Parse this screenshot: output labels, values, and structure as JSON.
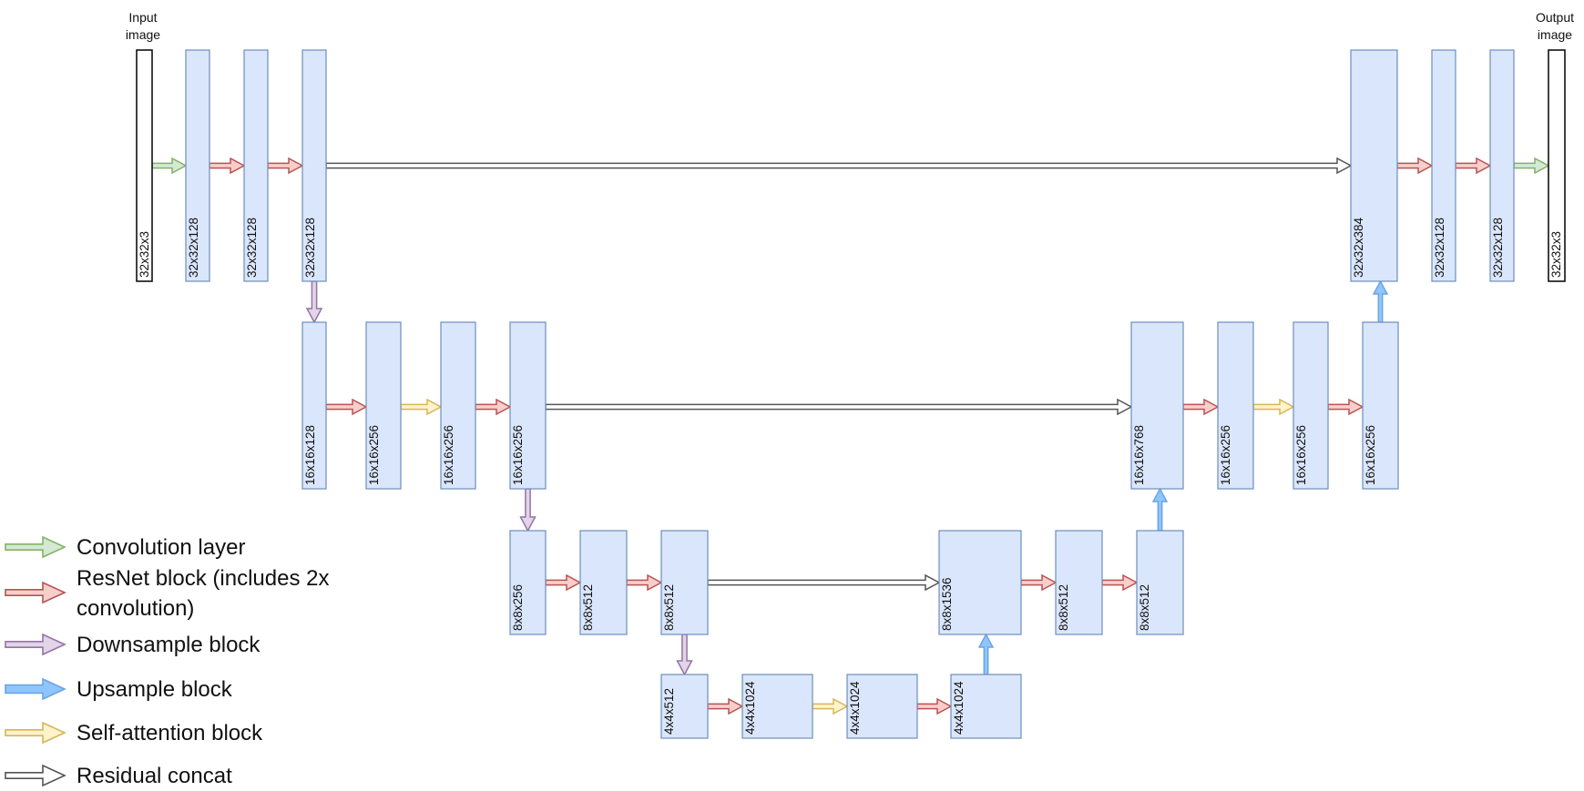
{
  "io_labels": {
    "input": [
      "Input",
      "image"
    ],
    "output": [
      "Output",
      "image"
    ]
  },
  "colors": {
    "block_fill": "#dae6fb",
    "block_stroke": "#6c8ebf",
    "io_fill": "#ffffff",
    "io_stroke": "#111111",
    "conv": "#82b366",
    "resnet": "#b85450",
    "down": "#9673a6",
    "up": "#7ab3f0",
    "attn": "#d6b656",
    "concat": "#666666"
  },
  "arrow_types": {
    "conv": {
      "fill": "#d5e8d4",
      "stroke": "#82b366"
    },
    "resnet": {
      "fill": "#f8cecc",
      "stroke": "#b85450"
    },
    "down": {
      "fill": "#e1d5e7",
      "stroke": "#9673a6"
    },
    "up": {
      "fill": "#8ec5ff",
      "stroke": "#6aa3e0"
    },
    "attn": {
      "fill": "#fff2cc",
      "stroke": "#d6b656"
    },
    "concat": {
      "fill": "#ffffff",
      "stroke": "#555555"
    }
  },
  "blocks": [
    {
      "id": "in",
      "label": "32x32x3",
      "kind": "io"
    },
    {
      "id": "b1",
      "label": "32x32x128",
      "kind": "block"
    },
    {
      "id": "b2",
      "label": "32x32x128",
      "kind": "block"
    },
    {
      "id": "b3",
      "label": "32x32x128",
      "kind": "block"
    },
    {
      "id": "b4",
      "label": "16x16x128",
      "kind": "block"
    },
    {
      "id": "b5",
      "label": "16x16x256",
      "kind": "block"
    },
    {
      "id": "b6",
      "label": "16x16x256",
      "kind": "block"
    },
    {
      "id": "b7",
      "label": "16x16x256",
      "kind": "block"
    },
    {
      "id": "b8",
      "label": "8x8x256",
      "kind": "block"
    },
    {
      "id": "b9",
      "label": "8x8x512",
      "kind": "block"
    },
    {
      "id": "b10",
      "label": "8x8x512",
      "kind": "block"
    },
    {
      "id": "b11",
      "label": "4x4x512",
      "kind": "block"
    },
    {
      "id": "b12",
      "label": "4x4x1024",
      "kind": "block"
    },
    {
      "id": "b13",
      "label": "4x4x1024",
      "kind": "block"
    },
    {
      "id": "b14",
      "label": "4x4x1024",
      "kind": "block"
    },
    {
      "id": "b15",
      "label": "8x8x1536",
      "kind": "block"
    },
    {
      "id": "b16",
      "label": "8x8x512",
      "kind": "block"
    },
    {
      "id": "b17",
      "label": "8x8x512",
      "kind": "block"
    },
    {
      "id": "b18",
      "label": "16x16x768",
      "kind": "block"
    },
    {
      "id": "b19",
      "label": "16x16x256",
      "kind": "block"
    },
    {
      "id": "b20",
      "label": "16x16x256",
      "kind": "block"
    },
    {
      "id": "b21",
      "label": "16x16x256",
      "kind": "block"
    },
    {
      "id": "b22",
      "label": "32x32x384",
      "kind": "block"
    },
    {
      "id": "b23",
      "label": "32x32x128",
      "kind": "block"
    },
    {
      "id": "b24",
      "label": "32x32x128",
      "kind": "block"
    },
    {
      "id": "out",
      "label": "32x32x3",
      "kind": "io"
    }
  ],
  "edges": [
    {
      "from": "in",
      "to": "b1",
      "type": "conv"
    },
    {
      "from": "b1",
      "to": "b2",
      "type": "resnet"
    },
    {
      "from": "b2",
      "to": "b3",
      "type": "resnet"
    },
    {
      "from": "b3",
      "to": "b22",
      "type": "concat"
    },
    {
      "from": "b22",
      "to": "b23",
      "type": "resnet"
    },
    {
      "from": "b23",
      "to": "b24",
      "type": "resnet"
    },
    {
      "from": "b24",
      "to": "out",
      "type": "conv"
    },
    {
      "from": "b3",
      "to": "b4",
      "type": "down"
    },
    {
      "from": "b4",
      "to": "b5",
      "type": "resnet"
    },
    {
      "from": "b5",
      "to": "b6",
      "type": "attn"
    },
    {
      "from": "b6",
      "to": "b7",
      "type": "resnet"
    },
    {
      "from": "b7",
      "to": "b18",
      "type": "concat"
    },
    {
      "from": "b18",
      "to": "b19",
      "type": "resnet"
    },
    {
      "from": "b19",
      "to": "b20",
      "type": "attn"
    },
    {
      "from": "b20",
      "to": "b21",
      "type": "resnet"
    },
    {
      "from": "b21",
      "to": "b22",
      "type": "up"
    },
    {
      "from": "b7",
      "to": "b8",
      "type": "down"
    },
    {
      "from": "b8",
      "to": "b9",
      "type": "resnet"
    },
    {
      "from": "b9",
      "to": "b10",
      "type": "resnet"
    },
    {
      "from": "b10",
      "to": "b15",
      "type": "concat"
    },
    {
      "from": "b15",
      "to": "b16",
      "type": "resnet"
    },
    {
      "from": "b16",
      "to": "b17",
      "type": "resnet"
    },
    {
      "from": "b17",
      "to": "b18",
      "type": "up"
    },
    {
      "from": "b10",
      "to": "b11",
      "type": "down"
    },
    {
      "from": "b11",
      "to": "b12",
      "type": "resnet"
    },
    {
      "from": "b12",
      "to": "b13",
      "type": "attn"
    },
    {
      "from": "b13",
      "to": "b14",
      "type": "resnet"
    },
    {
      "from": "b14",
      "to": "b15",
      "type": "up"
    }
  ],
  "legend": [
    {
      "type": "conv",
      "lines": [
        "Convolution layer"
      ]
    },
    {
      "type": "resnet",
      "lines": [
        "ResNet block (includes 2x",
        "convolution)"
      ]
    },
    {
      "type": "down",
      "lines": [
        "Downsample block"
      ]
    },
    {
      "type": "up",
      "lines": [
        "Upsample block"
      ]
    },
    {
      "type": "attn",
      "lines": [
        "Self-attention block"
      ]
    },
    {
      "type": "concat",
      "lines": [
        "Residual concat"
      ]
    }
  ]
}
